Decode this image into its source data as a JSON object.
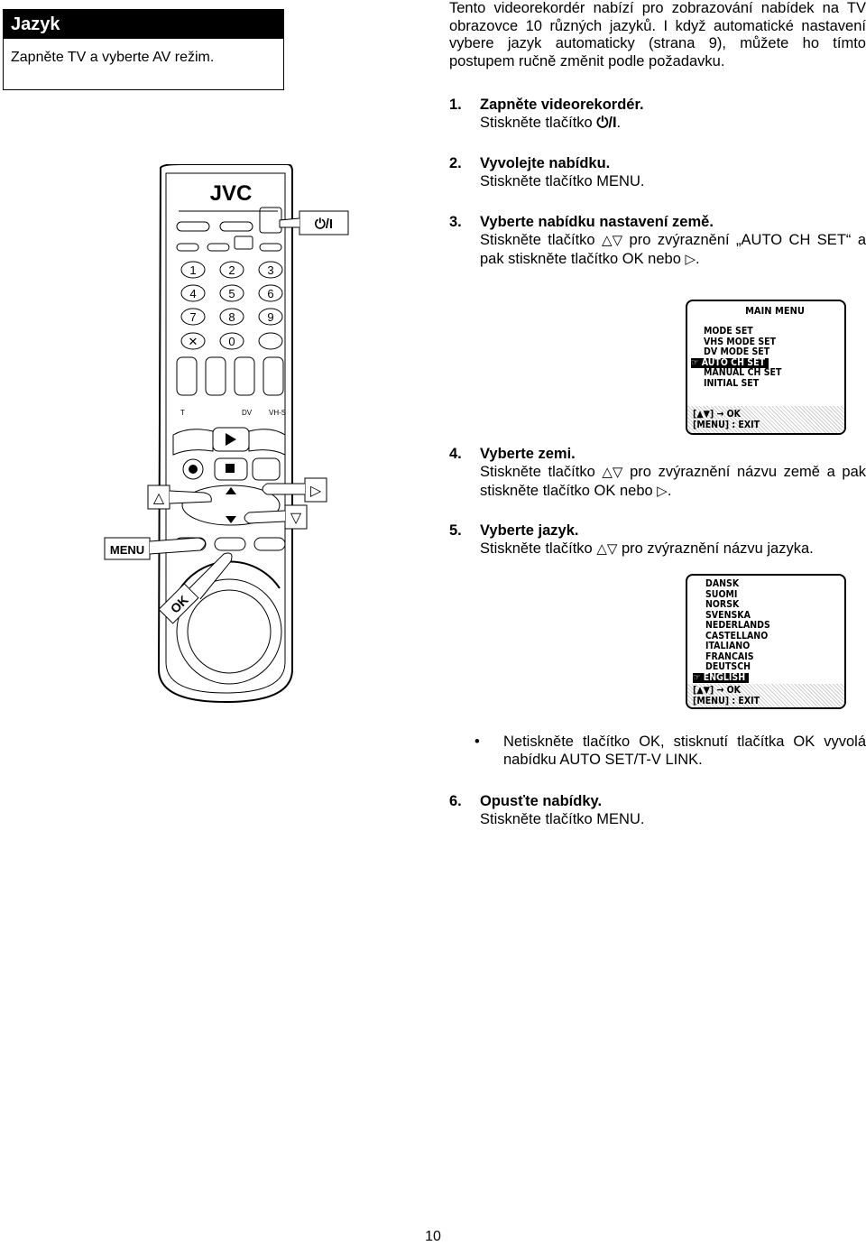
{
  "sidebar": {
    "title": "Jazyk",
    "subtitle": "Zapněte TV a vyberte AV režim."
  },
  "intro": "Tento videorekordér nabízí pro zobrazování nabídek na TV obrazovce 10 různých jazyků. I když automatické nastavení vybere jazyk automaticky (strana 9), můžete ho tímto postupem ručně změnit podle požadavku.",
  "steps": [
    {
      "num": "1.",
      "heading": "Zapněte videorekordér.",
      "text_a": "Stiskněte tlačítko ",
      "symbol": "⏻/I",
      "text_b": "."
    },
    {
      "num": "2.",
      "heading": "Vyvolejte nabídku.",
      "text": "Stiskněte tlačítko MENU."
    },
    {
      "num": "3.",
      "heading": "Vyberte nabídku nastavení země.",
      "text_a": "Stiskněte tlačítko ",
      "arrows": "△▽",
      "text_b": " pro zvýraznění „AUTO CH SET“ a pak stiskněte tlačítko OK nebo ",
      "right_arrow": "▷",
      "text_c": "."
    },
    {
      "num": "4.",
      "heading": "Vyberte zemi.",
      "text_a": "Stiskněte tlačítko ",
      "arrows": "△▽",
      "text_b": " pro zvýraznění názvu země a pak stiskněte tlačítko OK nebo ",
      "right_arrow": "▷",
      "text_c": "."
    },
    {
      "num": "5.",
      "heading": "Vyberte jazyk.",
      "text_a": "Stiskněte tlačítko ",
      "arrows": "△▽",
      "text_b": " pro zvýraznění názvu jazyka."
    },
    {
      "num": "6.",
      "heading": "Opusťte nabídky.",
      "text": "Stiskněte tlačítko MENU."
    }
  ],
  "main_menu": {
    "title": "MAIN MENU",
    "items": [
      "MODE SET",
      "VHS MODE SET",
      "DV MODE SET",
      "AUTO CH SET",
      "MANUAL CH SET",
      "INITIAL SET"
    ],
    "selected": "AUTO CH SET",
    "footer_nav": "[▲▼] → OK",
    "footer_exit": "[MENU] : EXIT"
  },
  "language_menu": {
    "items": [
      "DANSK",
      "SUOMI",
      "NORSK",
      "SVENSKA",
      "NEDERLANDS",
      "CASTELLANO",
      "ITALIANO",
      "FRANCAIS",
      "DEUTSCH",
      "ENGLISH"
    ],
    "selected": "ENGLISH",
    "footer_nav": "[▲▼] → OK",
    "footer_exit": "[MENU] : EXIT"
  },
  "note": "Netiskněte tlačítko OK, stisknutí tlačítka OK vyvolá nabídku AUTO SET/T-V LINK.",
  "remote": {
    "brand": "JVC",
    "power_label": "⏻/I",
    "menu_label": "MENU",
    "ok_label": "OK",
    "up_label": "△",
    "down_label": "▽",
    "right_label": "▷",
    "keys": [
      "1",
      "2",
      "3",
      "4",
      "5",
      "6",
      "7",
      "8",
      "9",
      "0"
    ],
    "clear_key": "✕",
    "small_labels": [
      "T",
      "DV",
      "VH-S"
    ]
  },
  "page_number": "10"
}
